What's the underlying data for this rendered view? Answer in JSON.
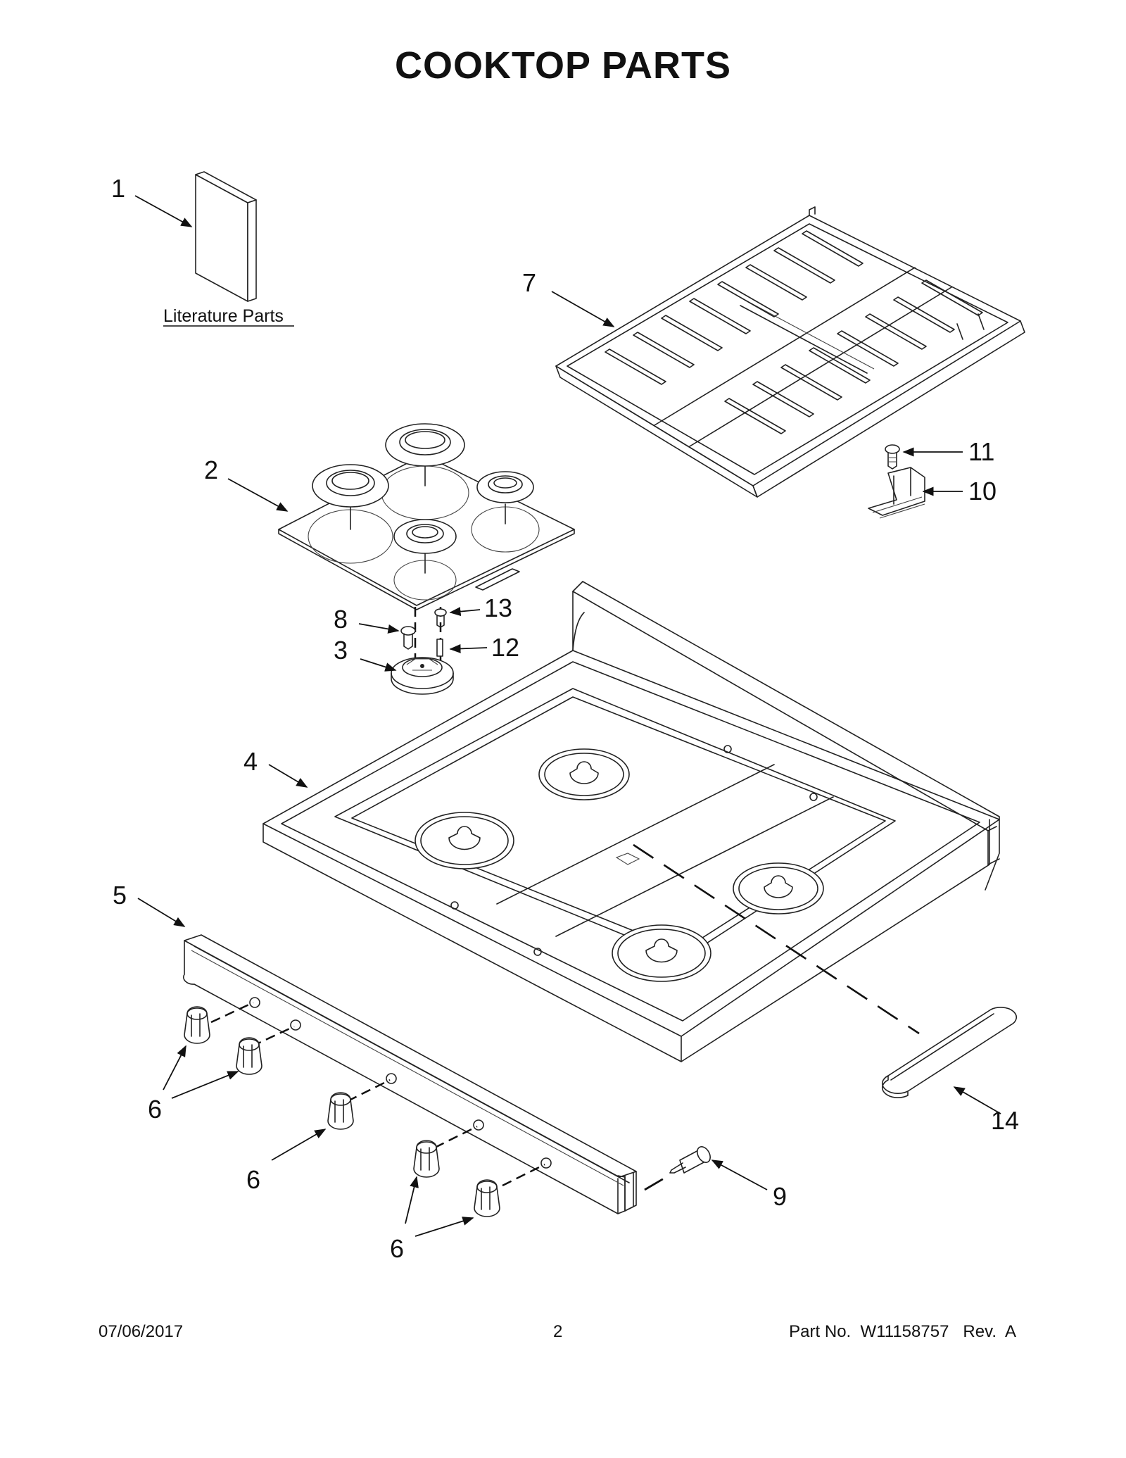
{
  "title": "COOKTOP PARTS",
  "literature_label": "Literature Parts",
  "callouts": {
    "c1": "1",
    "c2": "2",
    "c3": "3",
    "c4": "4",
    "c5": "5",
    "c6a": "6",
    "c6b": "6",
    "c6c": "6",
    "c7": "7",
    "c8": "8",
    "c9": "9",
    "c10": "10",
    "c11": "11",
    "c12": "12",
    "c13": "13",
    "c14": "14"
  },
  "footer": {
    "date": "07/06/2017",
    "page": "2",
    "part_no": "Part No.  W11158757   Rev.  A"
  }
}
